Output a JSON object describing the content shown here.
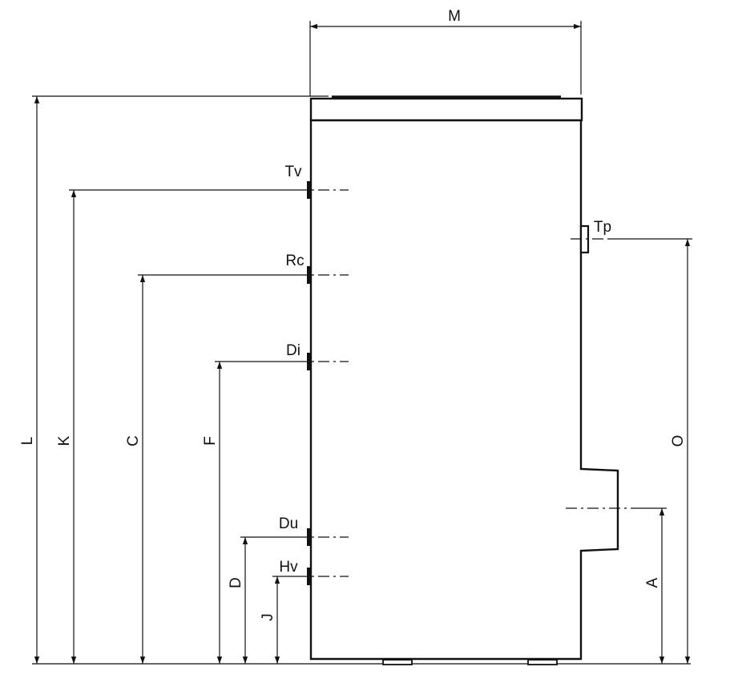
{
  "dimensions": {
    "width": "M",
    "total_height": "L",
    "k": "K",
    "c": "C",
    "f": "F",
    "d": "D",
    "j": "J",
    "o": "O",
    "a": "A"
  },
  "connections": {
    "tv": "Tv",
    "rc": "Rc",
    "di": "Di",
    "du": "Du",
    "hv": "Hv",
    "tp": "Tp"
  }
}
